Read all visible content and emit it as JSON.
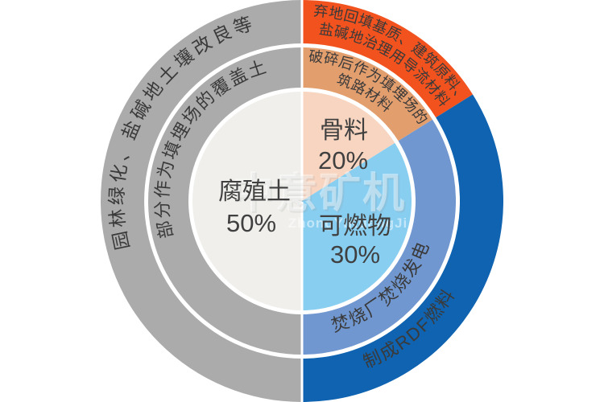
{
  "chart_data": {
    "type": "pie",
    "subtype": "sunburst-donut",
    "description": "Three-ring donut chart of waste fractions with recycling-use annotations on middle and outer rings",
    "unit": "%",
    "start_angle_deg": 0,
    "rings": [
      "inner-pie",
      "middle-annotation-ring",
      "outer-annotation-ring"
    ],
    "segments": [
      {
        "label": "腐殖土",
        "value": 50,
        "value_label": "50%",
        "colors": {
          "inner": "#f0efec",
          "middle": "#ababab",
          "outer": "#ababab"
        },
        "middle_ring_text": "部分作为填埋场的覆盖土",
        "outer_ring_text": "园林绿化、盐碱地土壤改良等"
      },
      {
        "label": "骨料",
        "value": 20,
        "value_label": "20%",
        "colors": {
          "inner": "#f8d5c0",
          "middle": "#e39e6e",
          "outer": "#f2521d"
        },
        "middle_ring_text": "破碎后作为填埋场的筑路材料",
        "middle_ring_lines": [
          "破碎后作为填埋场的",
          "筑路材料"
        ],
        "outer_ring_text": "弃地回填基质、建筑原料、盐碱地治理用导流材料",
        "outer_ring_lines": [
          "弃地回填基质、建筑原料、",
          "盐碱地治理用导流材料"
        ]
      },
      {
        "label": "可燃物",
        "value": 30,
        "value_label": "30%",
        "colors": {
          "inner": "#87cef1",
          "middle": "#7097d0",
          "outer": "#0f63b0"
        },
        "middle_ring_text": "焚烧厂焚烧发电",
        "outer_ring_text": "制成RDF燃料"
      }
    ],
    "separator_color": "#ffffff",
    "watermark": {
      "text_cn": "中意矿机",
      "text_en": "ZhongYiKuangJi"
    }
  }
}
